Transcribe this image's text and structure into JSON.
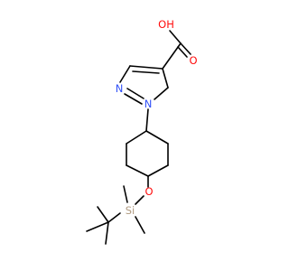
{
  "molecule": {
    "colors": {
      "bond": "#000000",
      "carbon": "#000000",
      "oxygen": "#ff0d0d",
      "nitrogen": "#3050f8",
      "silicon": "#b09a80"
    },
    "atom_labels": {
      "acid_hydroxyl": "OH",
      "acid_carbonyl": "O",
      "pyrazole_n2": "N",
      "pyrazole_n1": "N",
      "ether_oxygen": "O",
      "silicon": "Si"
    }
  }
}
